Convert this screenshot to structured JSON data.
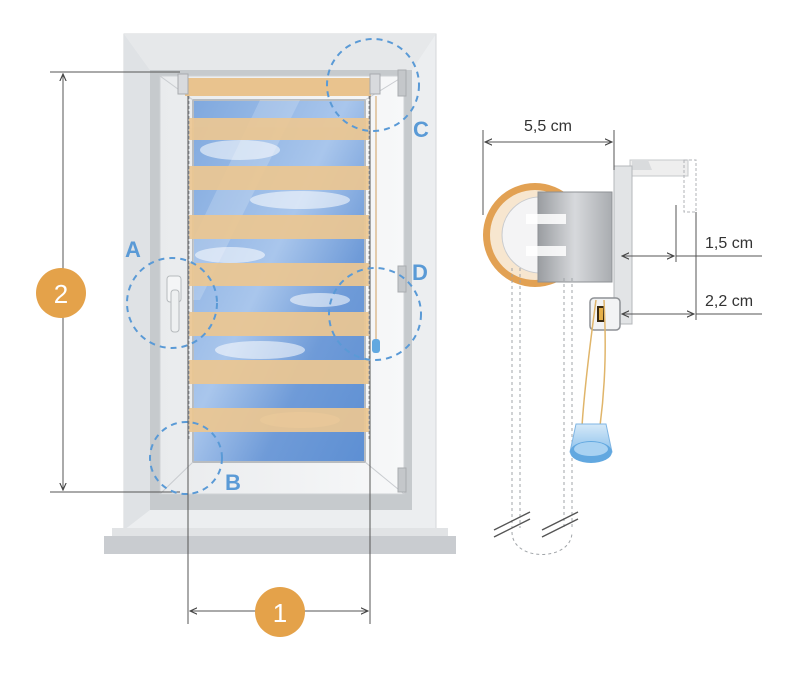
{
  "colors": {
    "badge": "#e4a24a",
    "callout": "#5a9ad6",
    "slat": "#ecc792",
    "frame": "#dcdfe2",
    "cord": "#e0b56a",
    "weight": "#62a8e0"
  },
  "callouts": {
    "a": "A",
    "b": "B",
    "c": "C",
    "d": "D"
  },
  "badges": {
    "width": "1",
    "height": "2"
  },
  "dimensions": {
    "depth": "5,5 cm",
    "upper_offset": "1,5 cm",
    "lower_offset": "2,2 cm"
  }
}
